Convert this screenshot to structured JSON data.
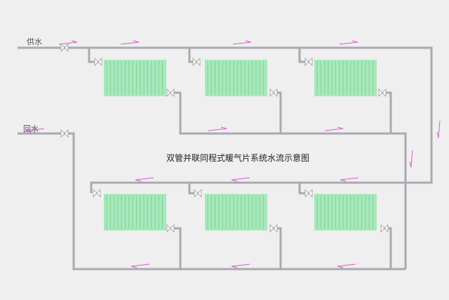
{
  "labels": {
    "supply": "供水",
    "return": "回水",
    "title": "双管并联同程式暖气片系统水流示意图"
  },
  "colors": {
    "background": "#efefef",
    "pipe": "#a9a9b1",
    "radiator": "#a8e8bb",
    "radiator_fin": "#7fd49a",
    "arrow": "#d75bd1",
    "valve": "#ffffff"
  },
  "icons": [
    "valve-icon",
    "flow-arrow-icon",
    "radiator-icon"
  ]
}
